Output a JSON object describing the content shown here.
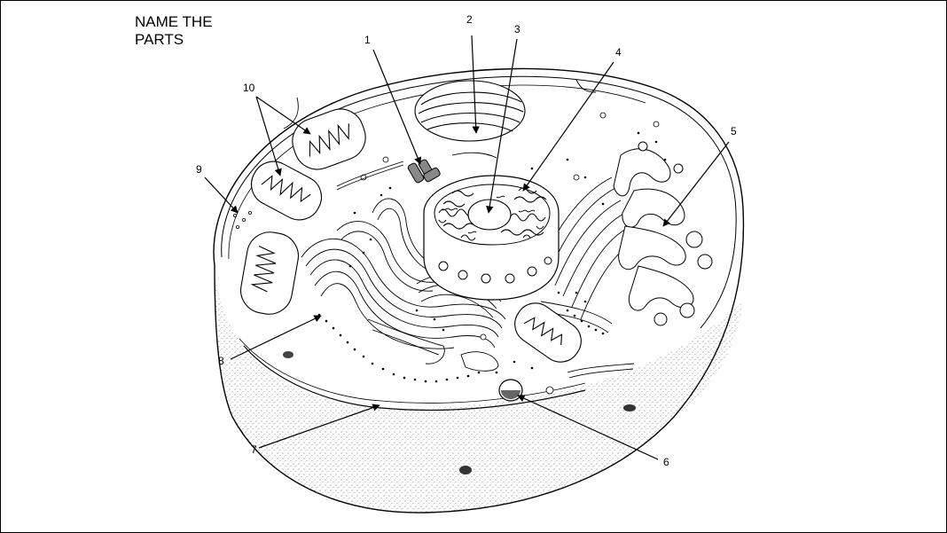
{
  "slide": {
    "title_lines": [
      "NAME THE",
      "PARTS"
    ]
  },
  "labels": [
    "1",
    "2",
    "3",
    "4",
    "5",
    "6",
    "7",
    "8",
    "9",
    "10"
  ],
  "colors": {
    "ink": "#000000",
    "background": "#ffffff",
    "stipple": "#555555"
  }
}
